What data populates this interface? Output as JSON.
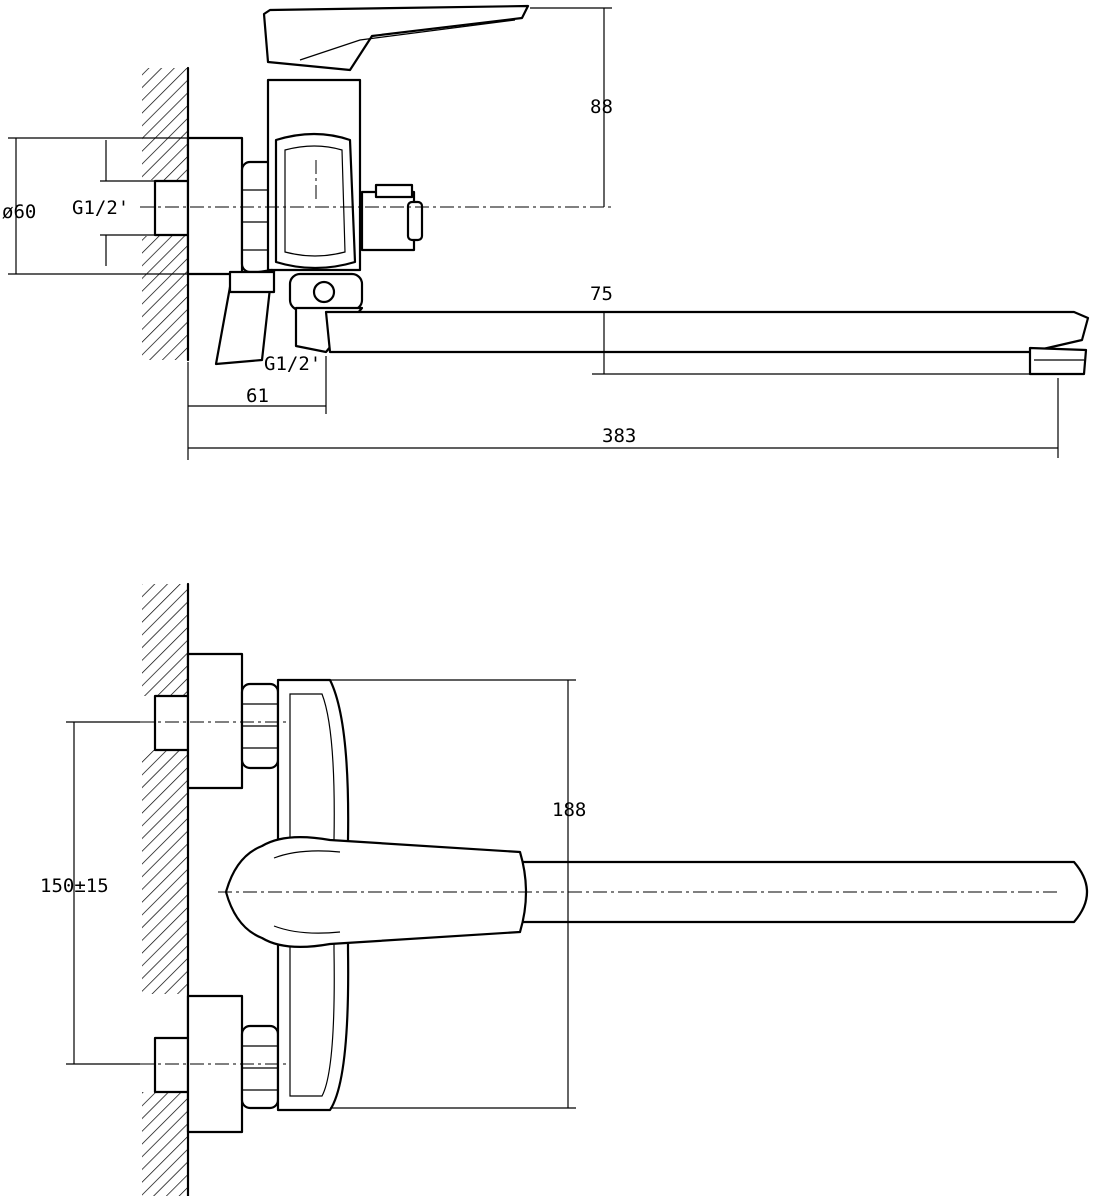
{
  "top_view": {
    "dim_height_body": "88",
    "dim_diameter": "ø60",
    "dim_thread_inlet": "G1/2'",
    "dim_thread_outlet": "G1/2'",
    "dim_spout_drop": "75",
    "dim_offset": "61",
    "dim_total_length": "383"
  },
  "bottom_view": {
    "dim_height": "188",
    "dim_center_distance": "150±15"
  }
}
